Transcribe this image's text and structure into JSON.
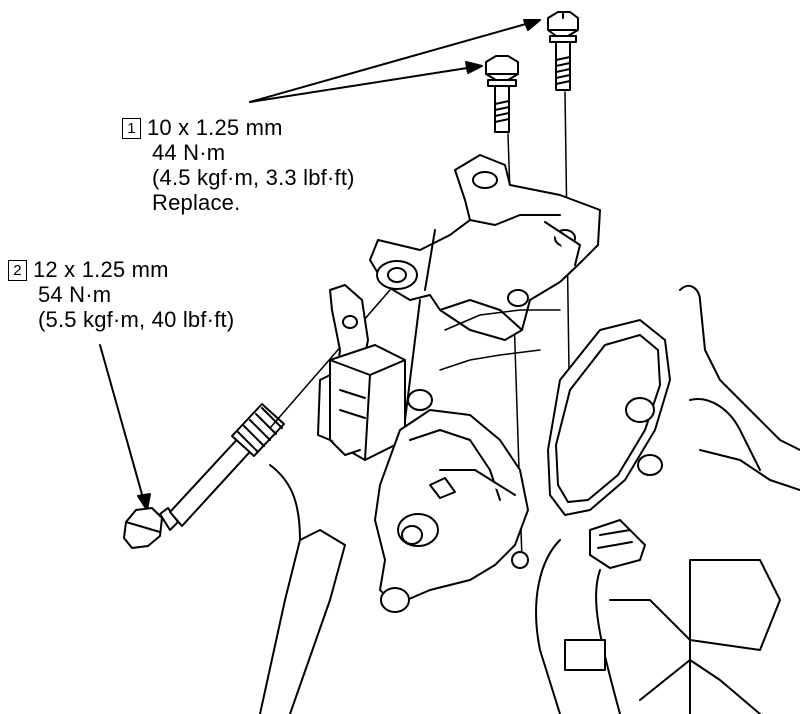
{
  "callouts": [
    {
      "number": "1",
      "size": "10 x 1.25 mm",
      "torque_nm": "44 N·m",
      "torque_alt": "(4.5 kgf·m, 3.3 lbf·ft)",
      "note": "Replace."
    },
    {
      "number": "2",
      "size": "12 x 1.25 mm",
      "torque_nm": "54 N·m",
      "torque_alt": "(5.5 kgf·m, 40 lbf·ft)"
    }
  ],
  "colors": {
    "ink": "#000000",
    "paper": "#ffffff"
  }
}
